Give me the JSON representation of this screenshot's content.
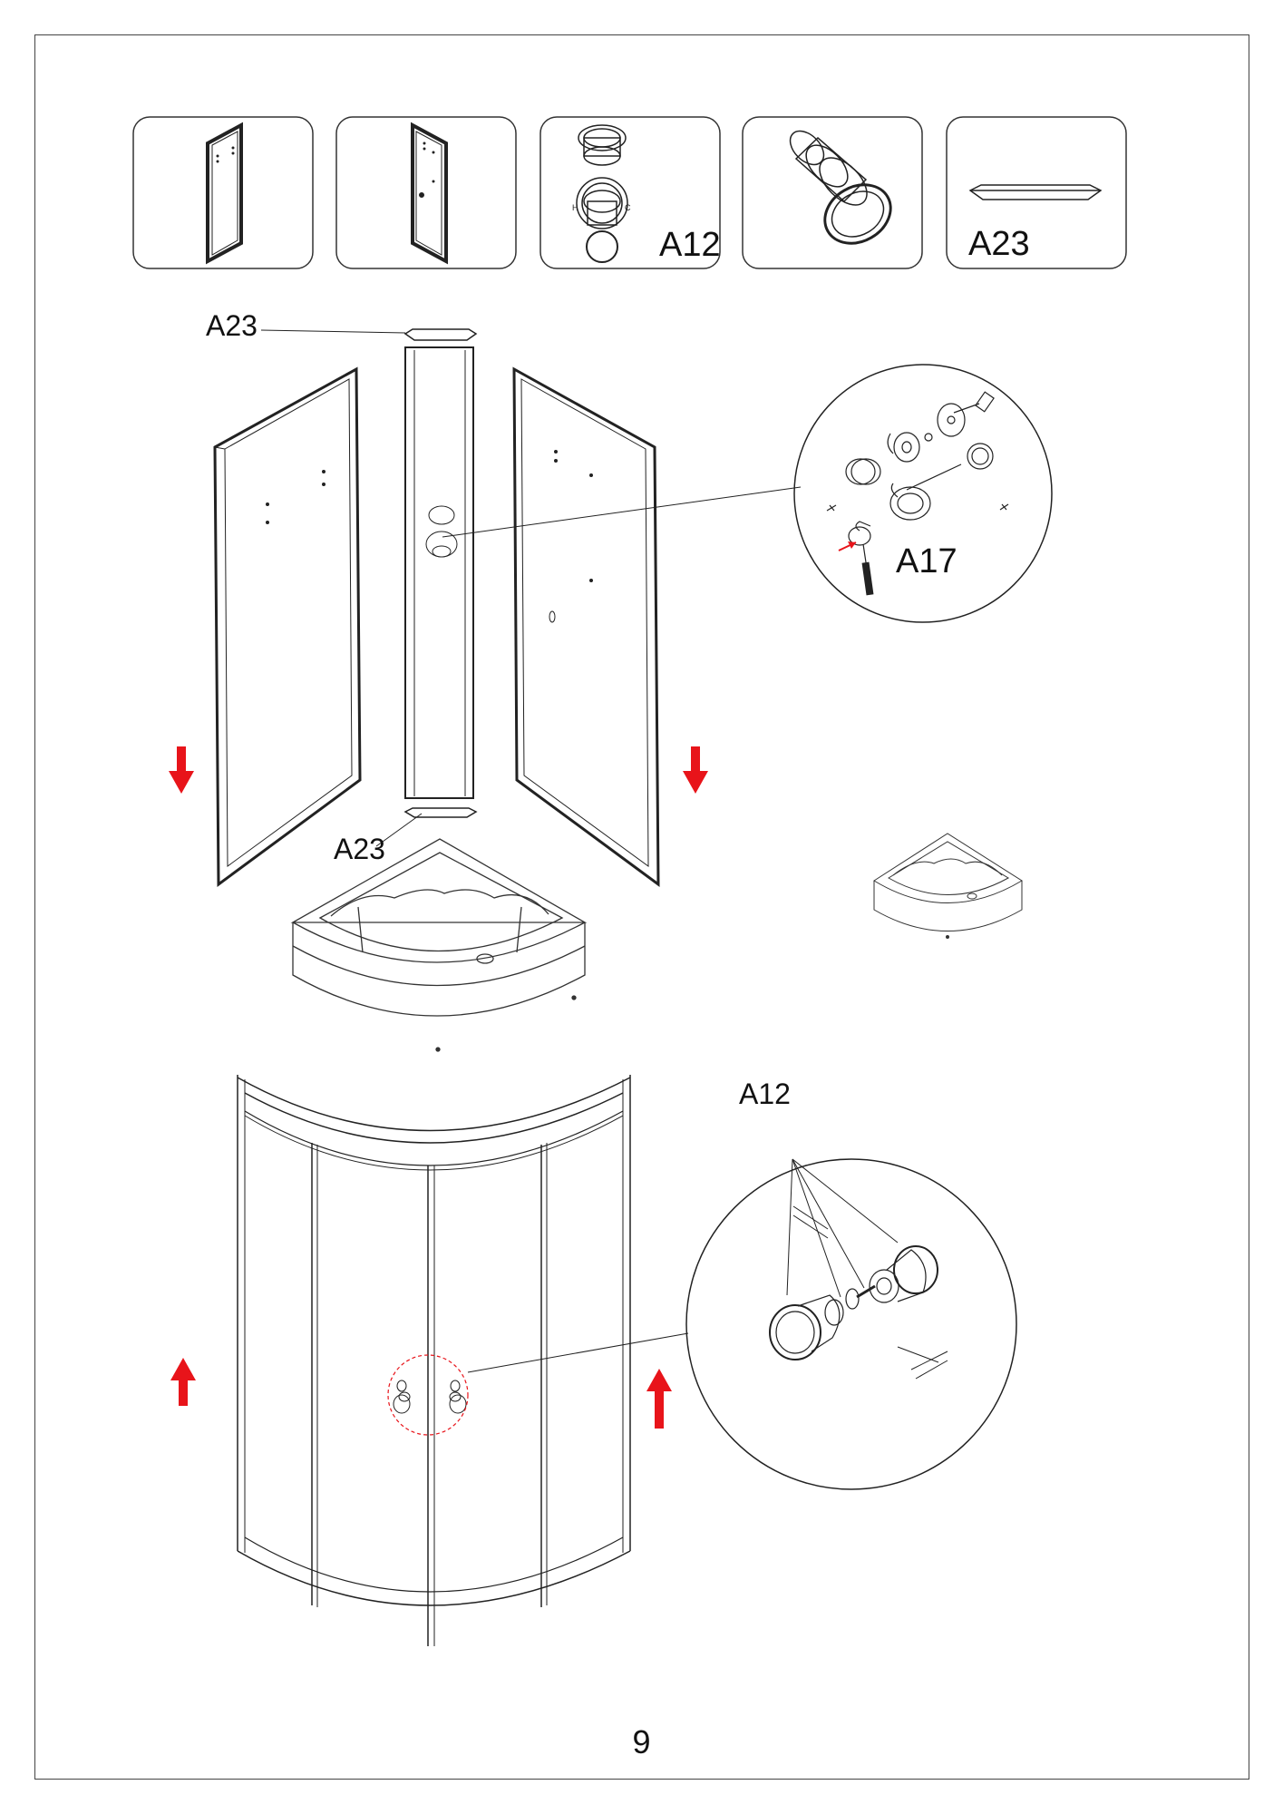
{
  "parts_row": {
    "items": [
      {
        "name": "left-glass-panel",
        "label": ""
      },
      {
        "name": "right-glass-panel",
        "label": ""
      },
      {
        "name": "knob-set",
        "label": "A12"
      },
      {
        "name": "single-knob",
        "label": ""
      },
      {
        "name": "end-cap",
        "label": "A23"
      }
    ]
  },
  "callouts": {
    "top_cap": "A23",
    "bottom_cap": "A23",
    "mixer_detail": "A17",
    "door_knob_detail": "A12"
  },
  "arrows": {
    "down_color": "#e8141a",
    "up_color": "#e8141a"
  },
  "page_number": "9"
}
